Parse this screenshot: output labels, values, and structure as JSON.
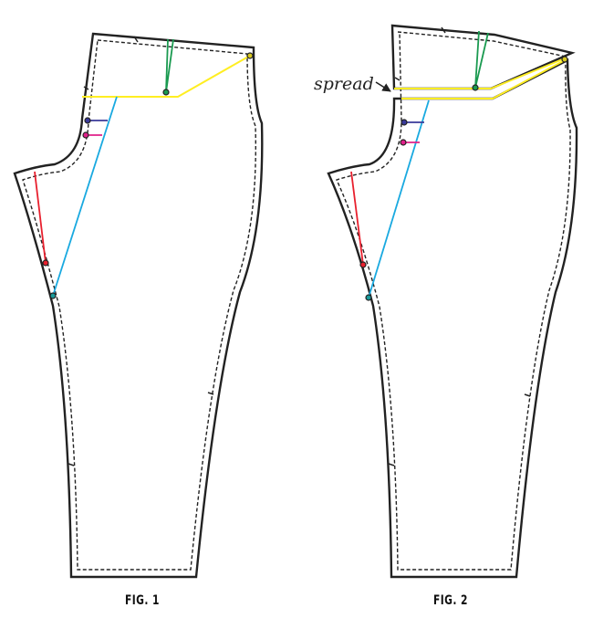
{
  "figures": [
    {
      "id": "fig1",
      "label": "FIG. 1"
    },
    {
      "id": "fig2",
      "label": "FIG. 2",
      "annotation": "spread"
    }
  ],
  "colors": {
    "outline": "#222222",
    "yoke_line": "#ffee22",
    "grain_line": "#19a9e0",
    "dart": "#1a9a50",
    "crotch_line": "#e8202e",
    "hip_mark_upper": "#3a3a9a",
    "hip_mark_lower": "#e0208a"
  }
}
